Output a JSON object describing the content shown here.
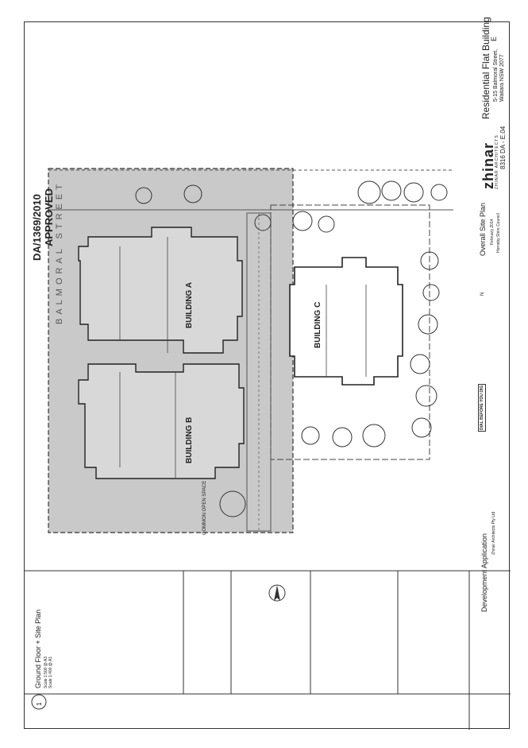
{
  "stamp": {
    "ref": "DA/1369/2010",
    "status": "APPROVED"
  },
  "street_label": "BALMORAL STREET",
  "buildings": [
    {
      "key": "a",
      "label": "BUILDING A"
    },
    {
      "key": "b",
      "label": "BUILDING B"
    },
    {
      "key": "c",
      "label": "BUILDING C"
    }
  ],
  "common_open_space": "COMMON OPEN SPACE",
  "title_block": {
    "project_name": "Residential Flat Building",
    "address_line1": "5-15 Balmoral Street,",
    "address_line2": "Waitara NSW 2077",
    "drawing_no": "8316 DA - E.04",
    "issue": "E",
    "architect_logo": "zhinar",
    "architect_sub": "ZHINAR ARCHITECTS",
    "drawing_title": "Overall Site Plan",
    "date": "February 2014",
    "council": "Hornsby Shire Council",
    "north": "N",
    "dial_before_you_dig": "DIAL BEFORE YOU DIG",
    "status": "Development Application",
    "company": "Zhinar Architects Pty Ltd"
  },
  "view": {
    "number": "1",
    "title": "Ground Floor + Site Plan",
    "scale_a3": "Scale 1:500 @ A3",
    "scale_a1": "Scale 1:400 @ A1"
  },
  "colors": {
    "shade": "#c9c9c9",
    "line": "#333333"
  }
}
